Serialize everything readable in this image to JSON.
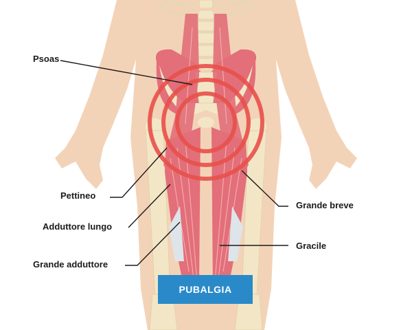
{
  "labels": {
    "psoas": "Psoas",
    "pettineo": "Pettineo",
    "adduttore_lungo": "Adduttore lungo",
    "grande_adduttore": "Grande adduttore",
    "grande_breve": "Grande breve",
    "gracile": "Gracile"
  },
  "badge": "PUBALGIA",
  "colors": {
    "skin": "#f3d3b8",
    "bone": "#f3e6c6",
    "muscle": "#e26f79",
    "rings": "#e8504a",
    "badge": "#2a8ac9"
  }
}
